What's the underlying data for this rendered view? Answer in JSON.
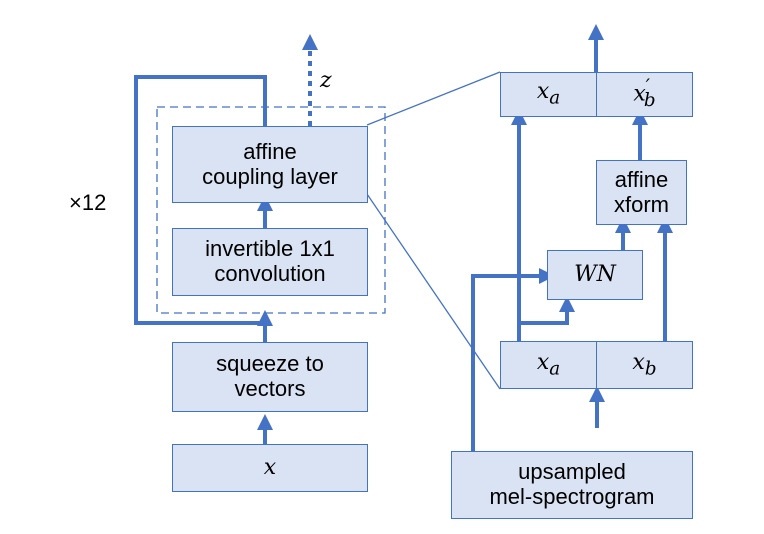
{
  "left": {
    "repeat_label": "×12",
    "z_label": "z",
    "affine_coupling": [
      "affine",
      "coupling layer"
    ],
    "invertible_conv": [
      "invertible 1x1",
      "convolution"
    ],
    "squeeze": [
      "squeeze to",
      "vectors"
    ],
    "input": "x"
  },
  "right": {
    "top_xa_base": "x",
    "top_xa_sub": "a",
    "top_xb_base": "x",
    "top_xb_sub": "b",
    "top_xb_prime": "′",
    "affine_xform": [
      "affine",
      "xform"
    ],
    "wn": "WN",
    "bot_xa_base": "x",
    "bot_xa_sub": "a",
    "bot_xb_base": "x",
    "bot_xb_sub": "b",
    "mel": [
      "upsampled",
      "mel-spectrogram"
    ]
  },
  "colors": {
    "accent": "#4472c4",
    "box_fill": "#dae3f3"
  }
}
